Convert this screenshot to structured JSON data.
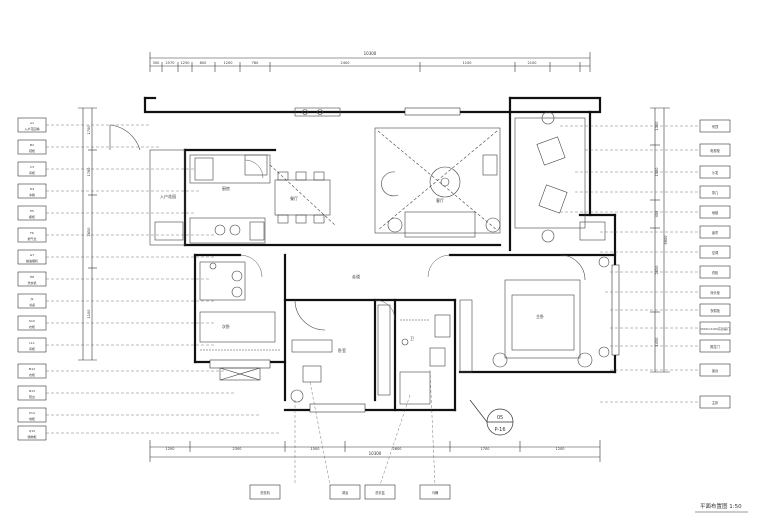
{
  "title": "平面布置图 1:50",
  "overall_dims": {
    "top": "10300",
    "bottom": "10300",
    "right_total": "6900"
  },
  "top_dims": [
    "300",
    "2570",
    "1250",
    "800",
    "1200",
    "760",
    "2400",
    "1100",
    "2100"
  ],
  "bottom_dims": [
    "1200",
    "2300",
    "1500",
    "2600",
    "1700",
    "1200"
  ],
  "left_dims": [
    "1700",
    "1780",
    "2850",
    "1100"
  ],
  "right_dims": [
    "1300",
    "1500",
    "400",
    "2850",
    "1450"
  ],
  "room_labels": [
    "入户花园",
    "厨房",
    "餐厅",
    "客厅",
    "走道",
    "次卧",
    "卧室",
    "卫",
    "主卧"
  ],
  "left_tags": [
    "A1",
    "B2",
    "C3",
    "D4",
    "E5",
    "F6",
    "G7",
    "H8",
    "J9",
    "K10",
    "L11",
    "M12",
    "N13",
    "P14",
    "Q15"
  ],
  "left_tag_texts": [
    "入户花园墙",
    "鞋柜",
    "吊柜",
    "冰箱",
    "橱柜",
    "燃气灶",
    "抽油烟机",
    "洗衣机",
    "书桌",
    "衣柜",
    "吊柜",
    "衣柜",
    "阳台",
    "地柜",
    "储物柜"
  ],
  "right_notes": [
    "吊顶",
    "电视柜",
    "沙发",
    "茶几",
    "地毯",
    "窗帘",
    "空调",
    "衣柜",
    "床头柜",
    "衣帽柜",
    "1500×2100高双扇门",
    "推拉门",
    "窗台",
    "主卧"
  ],
  "bottom_notes": [
    "洗衣机",
    "淋浴",
    "洗手盆",
    "马桶"
  ],
  "section_mark": {
    "number": "05",
    "sheet": "P-16"
  }
}
